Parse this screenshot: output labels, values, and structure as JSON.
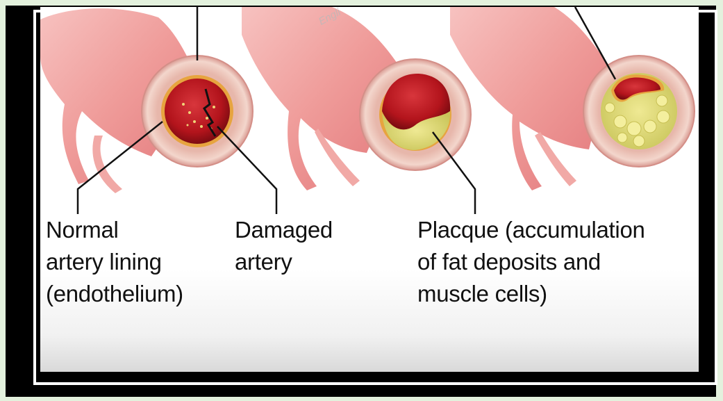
{
  "watermark": "Engli",
  "labels": {
    "normal": [
      "Normal",
      "artery lining",
      "(endothelium)"
    ],
    "damaged": [
      "Damaged",
      "artery"
    ],
    "plaque": [
      "Placque (accumulation",
      "of fat deposits and",
      "muscle cells)"
    ]
  },
  "colors": {
    "background": "#e3f1dd",
    "frame": "#000000",
    "artery_tissue": "#f2a4a2",
    "artery_wall": "#ecc7bc",
    "lumen": "#b3141c",
    "plaque": "#e3df7c"
  }
}
